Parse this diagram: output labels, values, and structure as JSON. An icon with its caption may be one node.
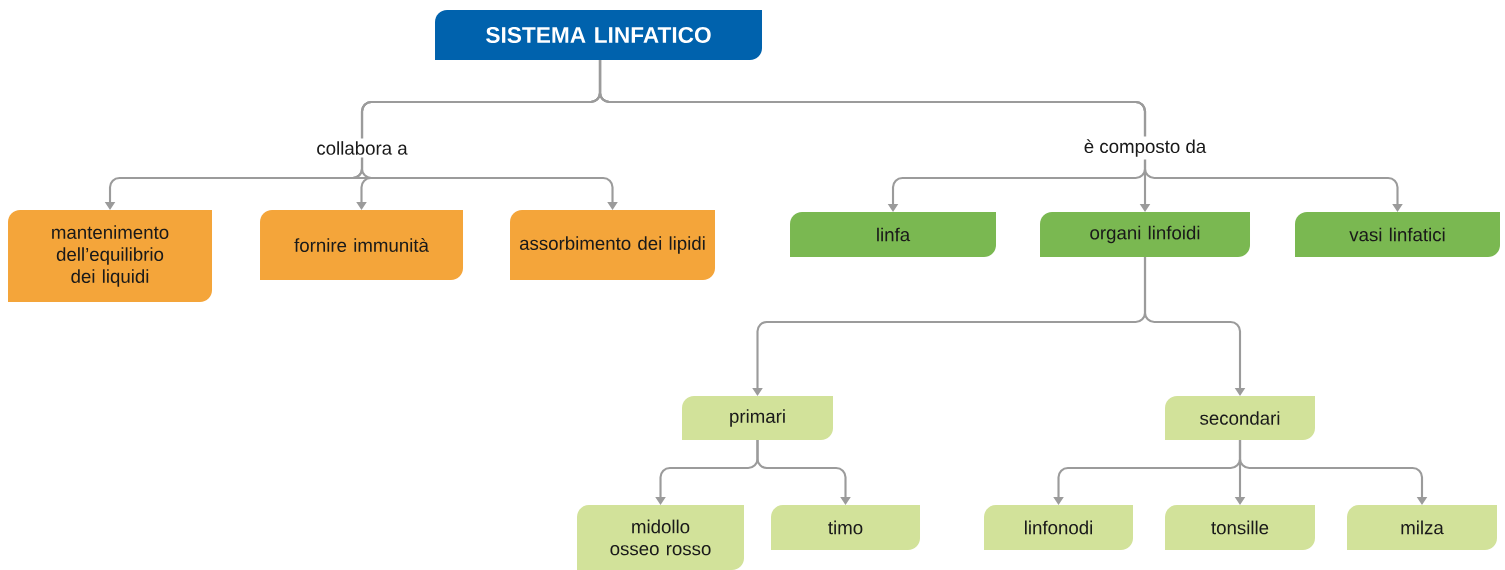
{
  "diagram": {
    "nodes": [
      {
        "text": [
          "SISTEMA LINFATICO"
        ]
      },
      {
        "text": [
          "mantenimento dell’equilibrio dei liquidi"
        ]
      },
      {
        "text": [
          "fornire immunità"
        ]
      },
      {
        "text": [
          "assorbimento dei lipidi"
        ]
      },
      {
        "text": [
          "linfa"
        ]
      },
      {
        "text": [
          "organi linfoidi"
        ]
      },
      {
        "text": [
          "vasi linfatici"
        ]
      },
      {
        "text": [
          "primari"
        ]
      },
      {
        "text": [
          "secondari"
        ]
      },
      {
        "text": [
          "midollo osseo rosso"
        ]
      },
      {
        "text": [
          "timo"
        ]
      },
      {
        "text": [
          "linfonodi"
        ]
      },
      {
        "text": [
          "tonsille"
        ]
      },
      {
        "text": [
          "milza"
        ]
      }
    ],
    "edges": [
      {
        "from": 0,
        "to": 1,
        "arrow": "to"
      },
      {
        "from": 0,
        "to": 2,
        "arrow": "to",
        "label": "collabora a"
      },
      {
        "from": 0,
        "to": 3,
        "arrow": "to"
      },
      {
        "from": 0,
        "to": 4,
        "arrow": "to"
      },
      {
        "from": 0,
        "to": 5,
        "arrow": "to",
        "label": "è composto da"
      },
      {
        "from": 0,
        "to": 6,
        "arrow": "to"
      },
      {
        "from": 5,
        "to": 7,
        "arrow": "to"
      },
      {
        "from": 5,
        "to": 8,
        "arrow": "to"
      },
      {
        "from": 7,
        "to": 9,
        "arrow": "to"
      },
      {
        "from": 7,
        "to": 10,
        "arrow": "to"
      },
      {
        "from": 8,
        "to": 11,
        "arrow": "to"
      },
      {
        "from": 8,
        "to": 12,
        "arrow": "to"
      },
      {
        "from": 8,
        "to": 13,
        "arrow": "to"
      }
    ]
  }
}
